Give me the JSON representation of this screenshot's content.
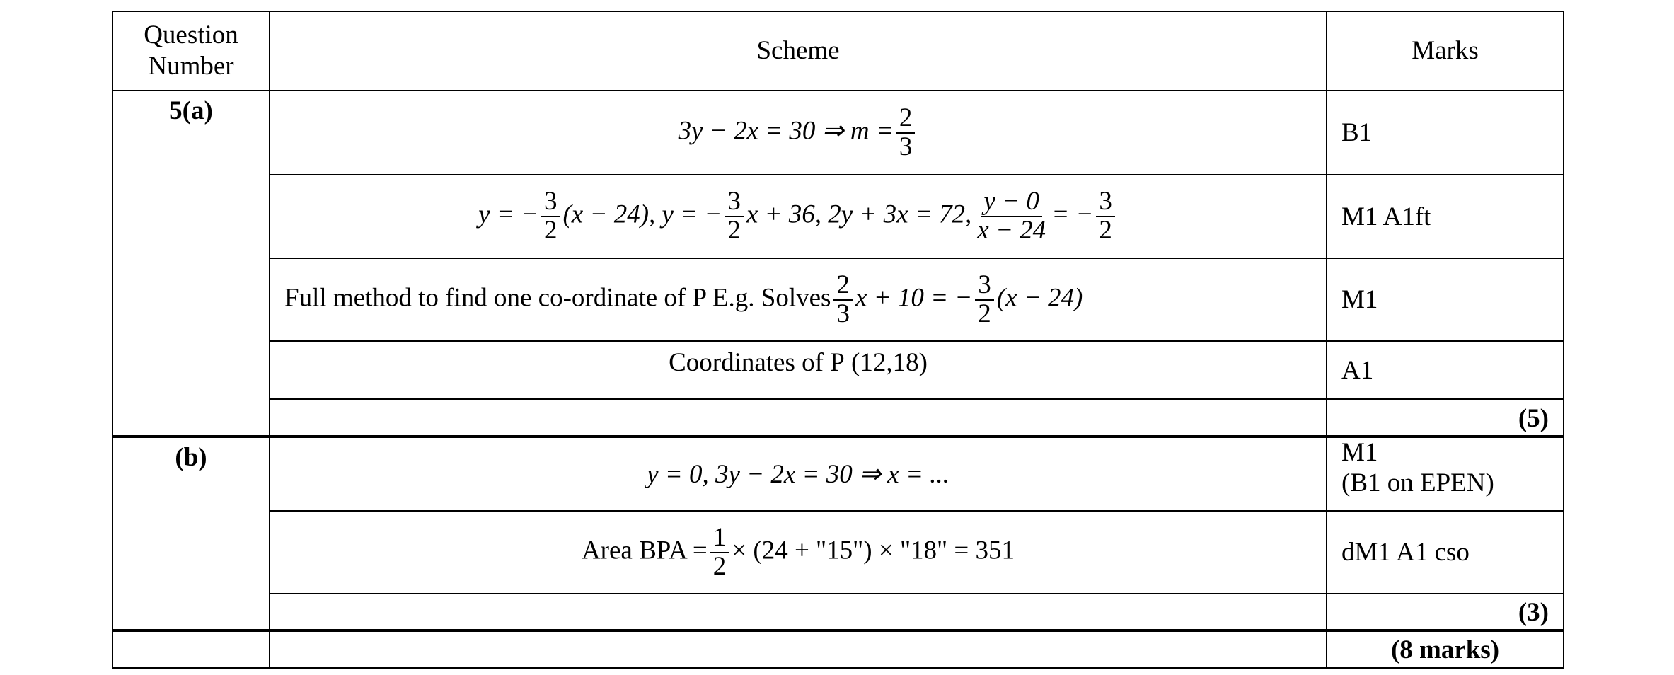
{
  "header": {
    "question_number": "Question Number",
    "scheme": "Scheme",
    "marks": "Marks"
  },
  "part_a": {
    "label": "5(a)",
    "rows": [
      {
        "scheme": {
          "pre": "3y − 2x = 30 ⇒ m =",
          "frac_n": "2",
          "frac_d": "3"
        },
        "marks": "B1"
      },
      {
        "scheme": {
          "p1": "y = −",
          "f1n": "3",
          "f1d": "2",
          "p2": "(x − 24),  y = −",
          "f2n": "3",
          "f2d": "2",
          "p3": "x + 36,  2y + 3x = 72,",
          "f3n": "y − 0",
          "f3d": "x − 24",
          "p4": "= −",
          "f4n": "3",
          "f4d": "2"
        },
        "marks": "M1 A1ft"
      },
      {
        "scheme": {
          "text": "Full method to find one co-ordinate of P E.g. Solves",
          "f1n": "2",
          "f1d": "3",
          "p1": "x + 10 = −",
          "f2n": "3",
          "f2d": "2",
          "p2": "(x − 24)"
        },
        "marks": "M1"
      },
      {
        "scheme": {
          "text": "Coordinates of P",
          "value": "(12,18)"
        },
        "marks": "A1"
      }
    ],
    "total": "(5)"
  },
  "part_b": {
    "label": "(b)",
    "rows": [
      {
        "scheme": {
          "text": "y = 0,  3y − 2x = 30 ⇒ x = ..."
        },
        "marks_line1": "M1",
        "marks_line2": "(B1 on EPEN)"
      },
      {
        "scheme": {
          "text": "Area BPA =",
          "fn": "1",
          "fd": "2",
          "rest": "× (24 + \"15\") × \"18\" = 351"
        },
        "marks": "dM1 A1 cso"
      }
    ],
    "total": "(3)"
  },
  "grand_total": "(8 marks)"
}
